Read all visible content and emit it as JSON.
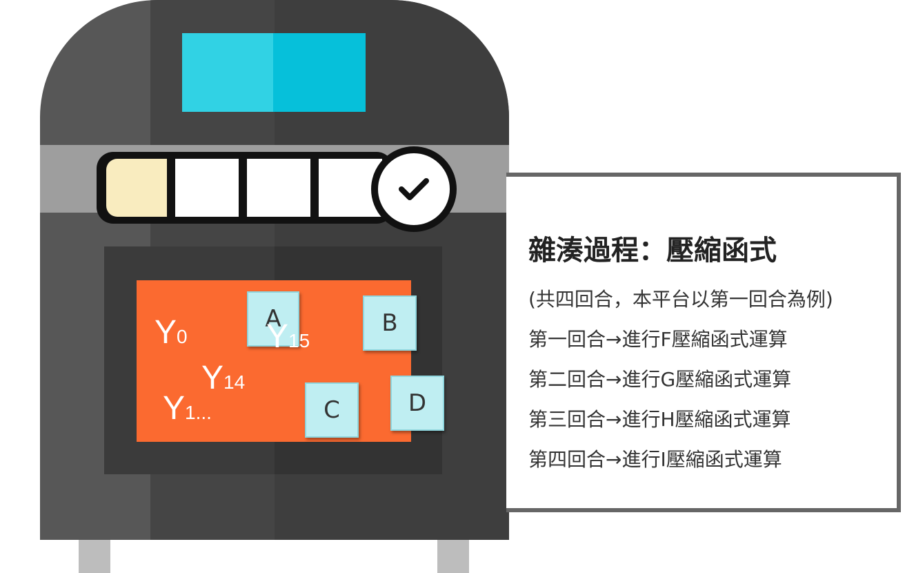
{
  "machine": {
    "boxes": [
      "A",
      "B",
      "C",
      "D"
    ],
    "labels": [
      {
        "main": "Y",
        "sub": "0"
      },
      {
        "main": "Y",
        "sub": "15"
      },
      {
        "main": "Y",
        "sub": "14"
      },
      {
        "main": "Y",
        "sub": "1..."
      }
    ],
    "progress": {
      "filled_segments": 1,
      "total_segments": 4
    },
    "icons": [
      "check-icon"
    ]
  },
  "panel": {
    "title": "雜湊過程：壓縮函式",
    "lines": [
      "(共四回合，本平台以第一回合為例)",
      "第一回合→進行F壓縮函式運算",
      "第二回合→進行G壓縮函式運算",
      "第三回合→進行H壓縮函式運算",
      "第四回合→進行I壓縮函式運算"
    ]
  },
  "colors": {
    "screen": "#06c0da",
    "orange": "#fb6a30",
    "box": "#bfeef2",
    "filled_segment": "#f9ecbf"
  }
}
